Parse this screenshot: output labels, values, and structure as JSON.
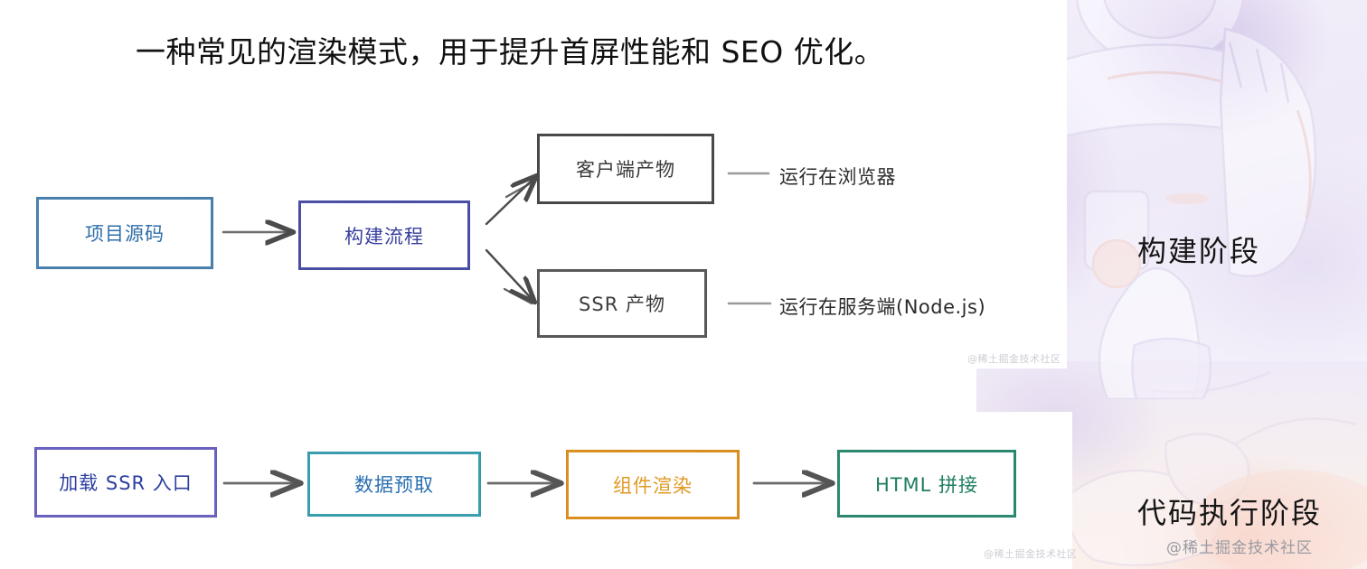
{
  "heading": {
    "text": "一种常见的渲染模式，用于提升首屏性能和 SEO 优化。"
  },
  "diagram": {
    "build_phase": {
      "nodes": [
        {
          "id": "source",
          "label": "项目源码",
          "color": "#4a82b0",
          "text_color": "#2f6ea8"
        },
        {
          "id": "build",
          "label": "构建流程",
          "color": "#4b4fa8",
          "text_color": "#393f9e"
        },
        {
          "id": "client",
          "label": "客户端产物",
          "color": "#4a4a4a",
          "text_color": "#3a3a3a"
        },
        {
          "id": "ssr",
          "label": "SSR 产物",
          "color": "#5a5a5a",
          "text_color": "#3d3d3d"
        }
      ],
      "annotations": [
        {
          "id": "client-note",
          "label": "运行在浏览器"
        },
        {
          "id": "ssr-note",
          "label": "运行在服务端(Node.js)"
        }
      ]
    },
    "runtime_phase": {
      "nodes": [
        {
          "id": "entry",
          "label": "加载 SSR 入口",
          "color": "#6b63c0",
          "text_color": "#2c3fa0"
        },
        {
          "id": "fetch",
          "label": "数据预取",
          "color": "#3aa0b0",
          "text_color": "#2a6fb0"
        },
        {
          "id": "render",
          "label": "组件渲染",
          "color": "#dd9220",
          "text_color": "#e09a24"
        },
        {
          "id": "html",
          "label": "HTML 拼接",
          "color": "#2d8a72",
          "text_color": "#1f7d62"
        }
      ]
    }
  },
  "stage_captions": {
    "build": "构建阶段",
    "execute": "代码执行阶段"
  },
  "watermarks": {
    "main": "@稀土掘金技术社区",
    "faint_top": "@稀土掘金技术社区",
    "faint_bottom": "@稀土掘金技术社区"
  }
}
